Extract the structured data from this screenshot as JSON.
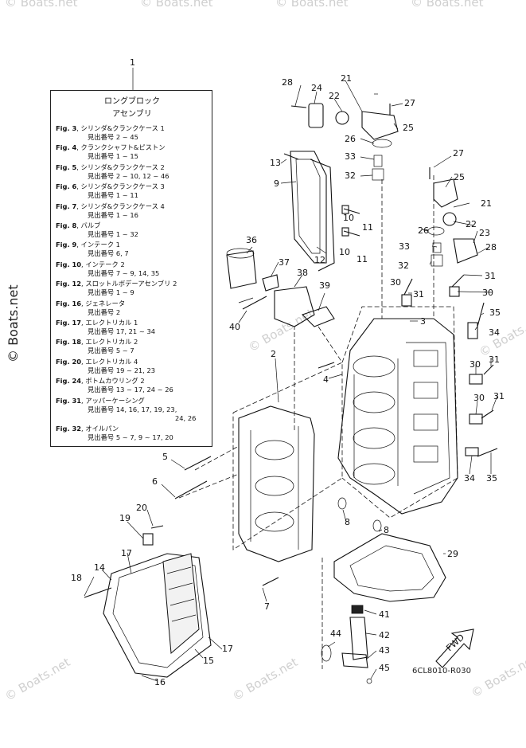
{
  "legend": {
    "title_line1": "ロングブロック",
    "title_line2": "アセンブリ",
    "refs": [
      {
        "fig": "Fig. 3",
        "name": "シリンダ&クランクケース 1",
        "nums": "見出番号 2 ~ 45"
      },
      {
        "fig": "Fig. 4",
        "name": "クランクシャフト&ピストン",
        "nums": "見出番号 1 ~ 15"
      },
      {
        "fig": "Fig. 5",
        "name": "シリンダ&クランクケース 2",
        "nums": "見出番号 2 ~ 10, 12 ~ 46"
      },
      {
        "fig": "Fig. 6",
        "name": "シリンダ&クランクケース 3",
        "nums": "見出番号 1 ~ 11"
      },
      {
        "fig": "Fig. 7",
        "name": "シリンダ&クランクケース 4",
        "nums": "見出番号 1 ~ 16"
      },
      {
        "fig": "Fig. 8",
        "name": "バルブ",
        "nums": "見出番号 1 ~ 32"
      },
      {
        "fig": "Fig. 9",
        "name": "インテーク 1",
        "nums": "見出番号 6, 7"
      },
      {
        "fig": "Fig. 10",
        "name": "インテーク 2",
        "nums": "見出番号 7 ~ 9, 14, 35"
      },
      {
        "fig": "Fig. 12",
        "name": "スロットルボデーアセンブリ 2",
        "nums": "見出番号 1 ~ 9"
      },
      {
        "fig": "Fig. 16",
        "name": "ジェネレータ",
        "nums": "見出番号 2"
      },
      {
        "fig": "Fig. 17",
        "name": "エレクトリカル 1",
        "nums": "見出番号 17, 21 ~ 34"
      },
      {
        "fig": "Fig. 18",
        "name": "エレクトリカル 2",
        "nums": "見出番号 5 ~ 7"
      },
      {
        "fig": "Fig. 20",
        "name": "エレクトリカル 4",
        "nums": "見出番号 19 ~ 21, 23"
      },
      {
        "fig": "Fig. 24",
        "name": "ボトムカウリング 2",
        "nums": "見出番号 13 ~ 17, 24 ~ 26"
      },
      {
        "fig": "Fig. 31",
        "name": "アッパーケーシング",
        "nums": "見出番号 14, 16, 17, 19, 23,",
        "nums2": "24, 26"
      },
      {
        "fig": "Fig. 32",
        "name": "オイルパン",
        "nums": "見出番号 5 ~ 7, 9 ~ 17, 20"
      }
    ]
  },
  "watermark": {
    "vertical": "© Boats.net",
    "tile": "© Boats.net",
    "bottom_left": "© Boats.net",
    "bottom_center": "© Boats.net"
  },
  "fwd_label": "FWD",
  "drawing_code": "6CL8010-R030",
  "callouts": {
    "c1": "1",
    "c2": "2",
    "c3": "3",
    "c4": "4",
    "c5": "5",
    "c6": "6",
    "c7": "7",
    "c8a": "8",
    "c8b": "8",
    "c9": "9",
    "c10a": "10",
    "c10b": "10",
    "c11a": "11",
    "c11b": "11",
    "c12": "12",
    "c13": "13",
    "c14": "14",
    "c15": "15",
    "c16": "16",
    "c17a": "17",
    "c17b": "17",
    "c18": "18",
    "c19": "19",
    "c20": "20",
    "c21a": "21",
    "c21b": "21",
    "c22a": "22",
    "c22b": "22",
    "c23": "23",
    "c24": "24",
    "c25a": "25",
    "c25b": "25",
    "c26a": "26",
    "c26b": "26",
    "c27a": "27",
    "c27b": "27",
    "c28a": "28",
    "c28b": "28",
    "c29": "29",
    "c30a": "30",
    "c30b": "30",
    "c30c": "30",
    "c30d": "30",
    "c31a": "31",
    "c31b": "31",
    "c31c": "31",
    "c31d": "31",
    "c32a": "32",
    "c32b": "32",
    "c33a": "33",
    "c33b": "33",
    "c34a": "34",
    "c34b": "34",
    "c35a": "35",
    "c35b": "35",
    "c36": "36",
    "c37": "37",
    "c38": "38",
    "c39": "39",
    "c40": "40",
    "c41": "41",
    "c42": "42",
    "c43": "43",
    "c44": "44",
    "c45": "45"
  }
}
